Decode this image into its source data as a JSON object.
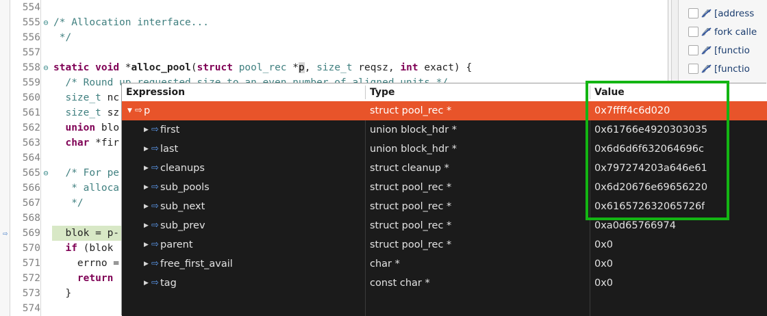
{
  "editor": {
    "first_line_number": 554,
    "current_line_marker": "⇨",
    "lines": [
      {
        "num": "554",
        "fold": "",
        "marker": "",
        "highlight": false,
        "tokens": []
      },
      {
        "num": "555",
        "fold": "⊖",
        "marker": "",
        "highlight": false,
        "tokens": [
          {
            "t": "/* Allocation interface...",
            "c": "c-cmt"
          }
        ]
      },
      {
        "num": "556",
        "fold": "",
        "marker": "",
        "highlight": false,
        "tokens": [
          {
            "t": " */",
            "c": "c-cmt"
          }
        ]
      },
      {
        "num": "557",
        "fold": "",
        "marker": "",
        "highlight": false,
        "tokens": []
      },
      {
        "num": "558",
        "fold": "⊖",
        "marker": "",
        "highlight": false,
        "tokens": [
          {
            "t": "static",
            "c": "c-kw"
          },
          {
            "t": " ",
            "c": "c-pln"
          },
          {
            "t": "void",
            "c": "c-kw"
          },
          {
            "t": " *",
            "c": "c-pln"
          },
          {
            "t": "alloc_pool",
            "c": "c-bold"
          },
          {
            "t": "(",
            "c": "c-pln"
          },
          {
            "t": "struct",
            "c": "c-kw"
          },
          {
            "t": " ",
            "c": "c-pln"
          },
          {
            "t": "pool_rec",
            "c": "c-typ"
          },
          {
            "t": " *",
            "c": "c-pln"
          },
          {
            "t": "p",
            "c": "c-sel"
          },
          {
            "t": ", ",
            "c": "c-pln"
          },
          {
            "t": "size_t",
            "c": "c-typ"
          },
          {
            "t": " reqsz, ",
            "c": "c-pln"
          },
          {
            "t": "int",
            "c": "c-kw"
          },
          {
            "t": " exact) {",
            "c": "c-pln"
          }
        ]
      },
      {
        "num": "559",
        "fold": "",
        "marker": "",
        "highlight": false,
        "tokens": [
          {
            "t": "  /* Round up requested size to an even number of aligned units */",
            "c": "c-cmt"
          }
        ]
      },
      {
        "num": "560",
        "fold": "",
        "marker": "",
        "highlight": false,
        "tokens": [
          {
            "t": "  ",
            "c": "c-pln"
          },
          {
            "t": "size_t",
            "c": "c-typ"
          },
          {
            "t": " nc",
            "c": "c-pln"
          }
        ]
      },
      {
        "num": "561",
        "fold": "",
        "marker": "",
        "highlight": false,
        "tokens": [
          {
            "t": "  ",
            "c": "c-pln"
          },
          {
            "t": "size_t",
            "c": "c-typ"
          },
          {
            "t": " sz",
            "c": "c-pln"
          }
        ]
      },
      {
        "num": "562",
        "fold": "",
        "marker": "",
        "highlight": false,
        "tokens": [
          {
            "t": "  ",
            "c": "c-pln"
          },
          {
            "t": "union",
            "c": "c-kw"
          },
          {
            "t": " blo",
            "c": "c-pln"
          }
        ]
      },
      {
        "num": "563",
        "fold": "",
        "marker": "",
        "highlight": false,
        "tokens": [
          {
            "t": "  ",
            "c": "c-pln"
          },
          {
            "t": "char",
            "c": "c-kw"
          },
          {
            "t": " *fir",
            "c": "c-pln"
          }
        ]
      },
      {
        "num": "564",
        "fold": "",
        "marker": "",
        "highlight": false,
        "tokens": []
      },
      {
        "num": "565",
        "fold": "⊖",
        "marker": "",
        "highlight": false,
        "tokens": [
          {
            "t": "  /* For pe",
            "c": "c-cmt"
          }
        ]
      },
      {
        "num": "566",
        "fold": "",
        "marker": "",
        "highlight": false,
        "tokens": [
          {
            "t": "   * alloca",
            "c": "c-cmt"
          }
        ]
      },
      {
        "num": "567",
        "fold": "",
        "marker": "",
        "highlight": false,
        "tokens": [
          {
            "t": "   */",
            "c": "c-cmt"
          }
        ]
      },
      {
        "num": "568",
        "fold": "",
        "marker": "",
        "highlight": false,
        "tokens": []
      },
      {
        "num": "569",
        "fold": "",
        "marker": "⇨",
        "highlight": true,
        "tokens": [
          {
            "t": "  blok = p-",
            "c": "c-pln"
          }
        ]
      },
      {
        "num": "570",
        "fold": "",
        "marker": "",
        "highlight": false,
        "tokens": [
          {
            "t": "  ",
            "c": "c-pln"
          },
          {
            "t": "if",
            "c": "c-kw"
          },
          {
            "t": " (blok ",
            "c": "c-pln"
          }
        ]
      },
      {
        "num": "571",
        "fold": "",
        "marker": "",
        "highlight": false,
        "tokens": [
          {
            "t": "    errno =",
            "c": "c-pln"
          }
        ]
      },
      {
        "num": "572",
        "fold": "",
        "marker": "",
        "highlight": false,
        "tokens": [
          {
            "t": "    ",
            "c": "c-pln"
          },
          {
            "t": "return",
            "c": "c-kw"
          },
          {
            "t": " ",
            "c": "c-pln"
          }
        ]
      },
      {
        "num": "573",
        "fold": "",
        "marker": "",
        "highlight": false,
        "tokens": [
          {
            "t": "  }",
            "c": "c-pln"
          }
        ]
      },
      {
        "num": "574",
        "fold": "",
        "marker": "",
        "highlight": false,
        "tokens": []
      }
    ]
  },
  "right_panel": {
    "items": [
      {
        "label": "[address",
        "checked": false,
        "icon": "breakpoint-disabled-icon"
      },
      {
        "label": "fork calle",
        "checked": false,
        "icon": "breakpoint-disabled-icon"
      },
      {
        "label": "[functio",
        "checked": false,
        "icon": "breakpoint-disabled-icon"
      },
      {
        "label": "[functio",
        "checked": false,
        "icon": "breakpoint-disabled-icon"
      }
    ]
  },
  "popup": {
    "columns": [
      "Expression",
      "Type",
      "Value"
    ],
    "selected_index": 0,
    "rows": [
      {
        "expr": "p",
        "depth": 0,
        "expanded": true,
        "type": "struct pool_rec *",
        "value": "0x7ffff4c6d020"
      },
      {
        "expr": "first",
        "depth": 1,
        "expanded": false,
        "type": "union block_hdr *",
        "value": "0x61766e4920303035"
      },
      {
        "expr": "last",
        "depth": 1,
        "expanded": false,
        "type": "union block_hdr *",
        "value": "0x6d6d6f632064696c"
      },
      {
        "expr": "cleanups",
        "depth": 1,
        "expanded": false,
        "type": "struct cleanup *",
        "value": "0x797274203a646e61"
      },
      {
        "expr": "sub_pools",
        "depth": 1,
        "expanded": false,
        "type": "struct pool_rec *",
        "value": "0x6d20676e69656220"
      },
      {
        "expr": "sub_next",
        "depth": 1,
        "expanded": false,
        "type": "struct pool_rec *",
        "value": "0x616572632065726f"
      },
      {
        "expr": "sub_prev",
        "depth": 1,
        "expanded": false,
        "type": "struct pool_rec *",
        "value": "0xa0d65766974"
      },
      {
        "expr": "parent",
        "depth": 1,
        "expanded": false,
        "type": "struct pool_rec *",
        "value": "0x0"
      },
      {
        "expr": "free_first_avail",
        "depth": 1,
        "expanded": false,
        "type": "char *",
        "value": "0x0"
      },
      {
        "expr": "tag",
        "depth": 1,
        "expanded": false,
        "type": "const char *",
        "value": "0x0"
      }
    ],
    "icons": {
      "expanded_twisty": "▼",
      "collapsed_twisty": "▶",
      "pointer_variable": "⇨"
    }
  },
  "annotation": {
    "color": "#13b513",
    "target_column": "Value"
  },
  "colors": {
    "selection_orange": "#e8542a",
    "popup_background": "#1b1b1b",
    "current_line_green": "#d8e8c6",
    "comment_teal": "#3f7f7f",
    "keyword_maroon": "#7f0055",
    "annotation_green": "#13b513"
  }
}
